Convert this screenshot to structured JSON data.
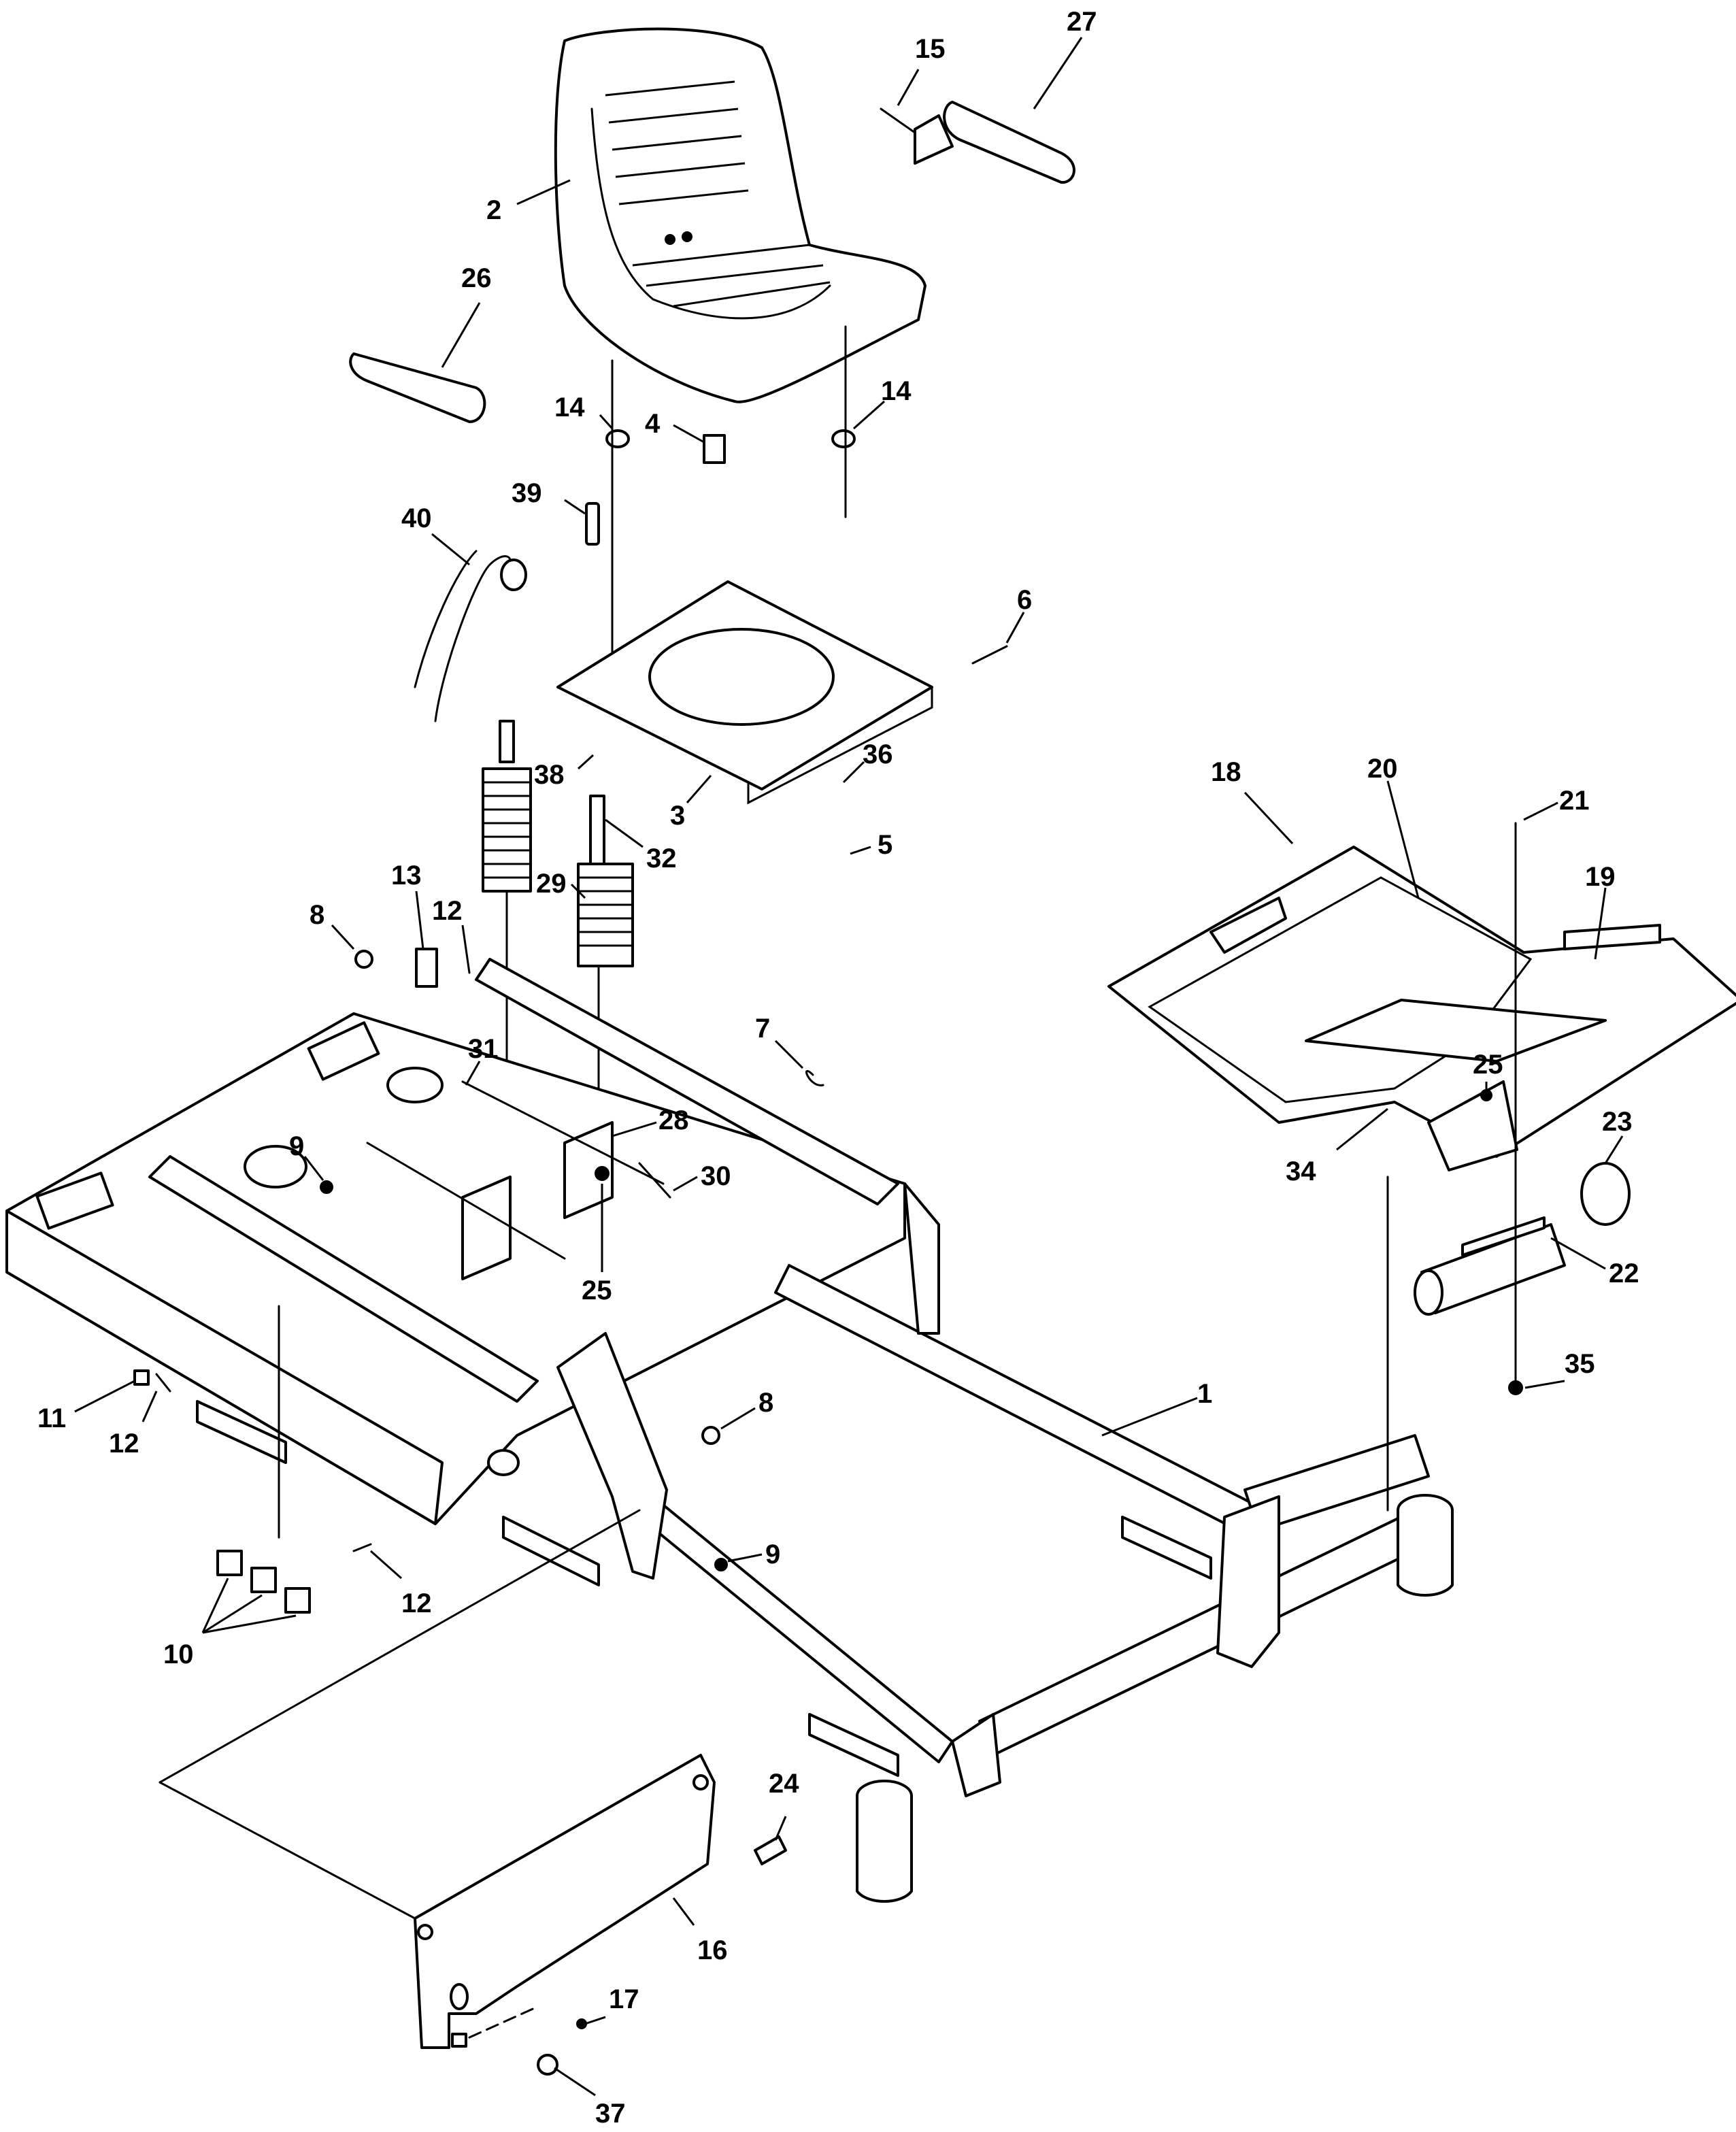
{
  "callouts": [
    "1",
    "2",
    "3",
    "4",
    "5",
    "6",
    "7",
    "8",
    "8",
    "9",
    "9",
    "10",
    "11",
    "12",
    "12",
    "12",
    "13",
    "14",
    "14",
    "15",
    "16",
    "17",
    "18",
    "19",
    "20",
    "21",
    "22",
    "23",
    "24",
    "25",
    "25",
    "26",
    "27",
    "28",
    "29",
    "30",
    "31",
    "32",
    "34",
    "35",
    "36",
    "37",
    "38",
    "39",
    "40"
  ],
  "colors": {
    "line": "#000000",
    "background": "#ffffff"
  }
}
